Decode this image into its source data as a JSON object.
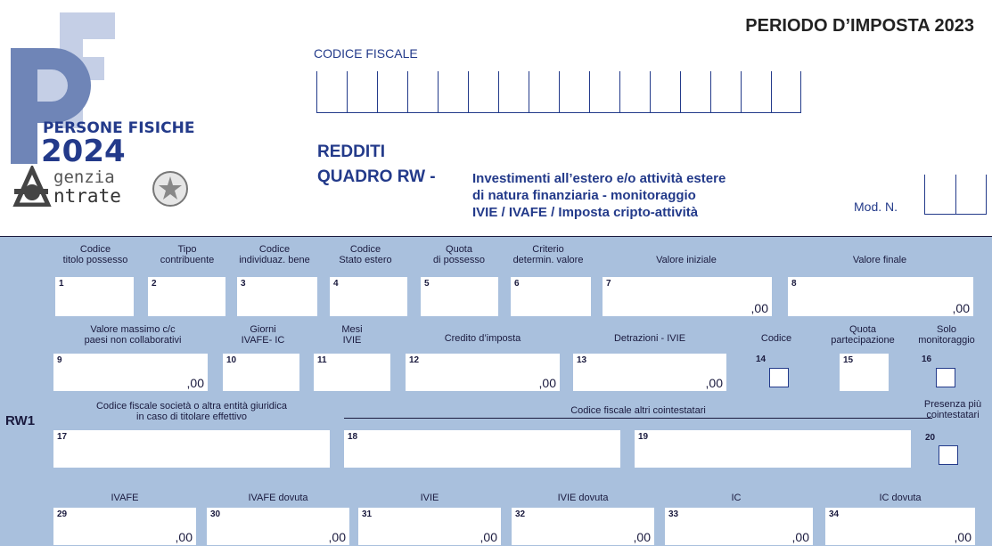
{
  "header": {
    "logo_persone": "PERSONE FISICHE",
    "logo_year": "2024",
    "agency_line1": "genzia",
    "agency_line2": "ntrate",
    "periodo": "PERIODO D’IMPOSTA 2023",
    "codice_fiscale_label": "CODICE FISCALE",
    "redditi": "REDDITI",
    "quadro": "QUADRO RW -",
    "quadro_desc_1": "Investimenti all’estero e/o attività estere",
    "quadro_desc_2": "di natura finanziaria - monitoraggio",
    "quadro_desc_3": "IVIE / IVAFE / Imposta cripto-attività",
    "mod_n": "Mod. N."
  },
  "row_label": "RW1",
  "currency_suffix": ",00",
  "row1": {
    "labels": [
      "Codice\ntitolo possesso",
      "Tipo\ncontribuente",
      "Codice\nindividuaz. bene",
      "Codice\nStato estero",
      "Quota\ndi possesso",
      "Criterio\ndetermin. valore",
      "Valore iniziale",
      "Valore finale"
    ],
    "numbers": [
      "1",
      "2",
      "3",
      "4",
      "5",
      "6",
      "7",
      "8"
    ]
  },
  "row2": {
    "labels": [
      "Valore massimo c/c\npaesi non collaborativi",
      "Giorni\nIVAFE- IC",
      "Mesi\nIVIE",
      "Credito d’imposta",
      "Detrazioni - IVIE",
      "Codice",
      "Quota\npartecipazione",
      "Solo\nmonitoraggio"
    ],
    "numbers": [
      "9",
      "10",
      "11",
      "12",
      "13",
      "14",
      "15",
      "16"
    ]
  },
  "row3": {
    "label_cf_societa": "Codice fiscale società o altra entità giuridica\nin caso di titolare effettivo",
    "label_cointestatari": "Codice fiscale altri cointestatari",
    "label_presenza": "Presenza più\ncointestatari",
    "numbers": [
      "17",
      "18",
      "19",
      "20"
    ]
  },
  "row4": {
    "labels": [
      "IVAFE",
      "IVAFE dovuta",
      "IVIE",
      "IVIE dovuta",
      "IC",
      "IC dovuta"
    ],
    "numbers": [
      "29",
      "30",
      "31",
      "32",
      "33",
      "34"
    ]
  }
}
